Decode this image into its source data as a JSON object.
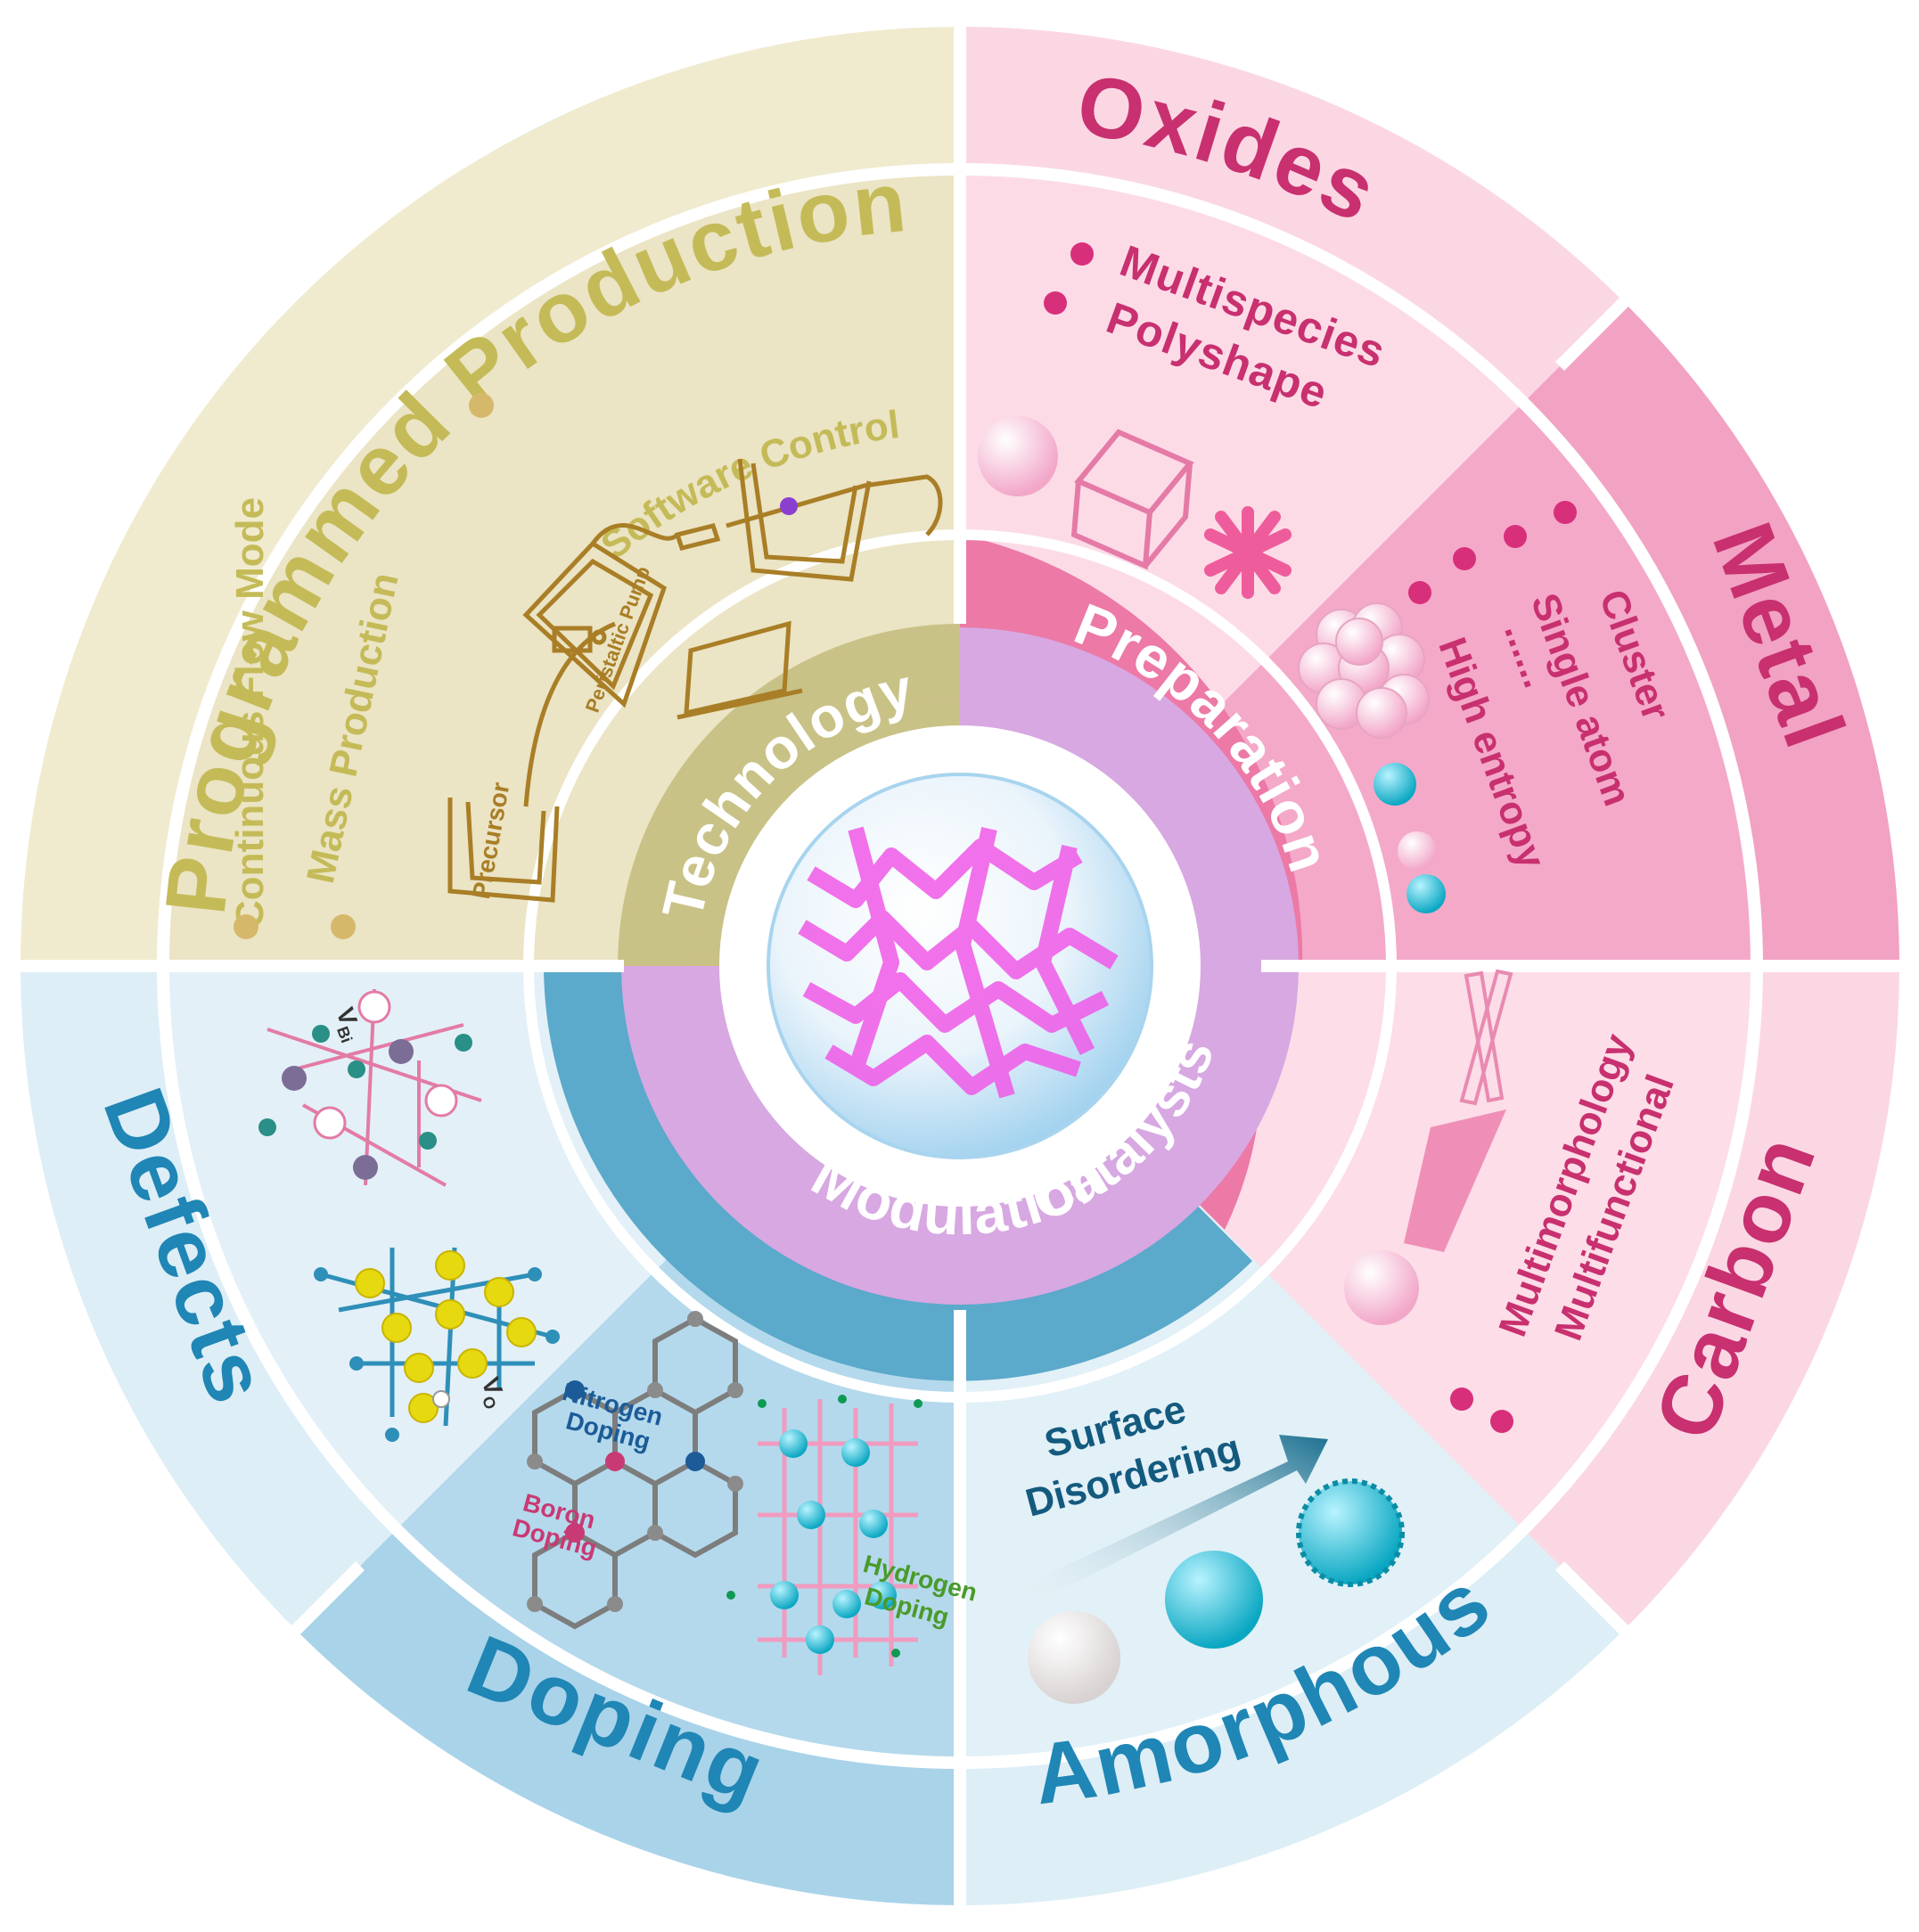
{
  "center": {
    "label": "Catalysts"
  },
  "inner_ring": {
    "technology": "Technology",
    "preparation": "Preparation",
    "modulation": "Modulation"
  },
  "outer": {
    "programmed_production": "Programmed  Production",
    "oxides": "Oxides",
    "metal": "Metal",
    "carbon": "Carbon",
    "amorphous": "Amorphous",
    "doping": "Doping",
    "defects": "Defects"
  },
  "technology_details": {
    "software_control": "Software Control",
    "continuous_flow": "Continuous Flow Mode",
    "mass_production": "Mass Production",
    "precursor": "Precursor",
    "peristaltic_pump": "Peristaltic Pump"
  },
  "oxides_details": {
    "multispecies": "Multispecies",
    "polyshape": "Polyshape"
  },
  "metal_details": {
    "cluster": "Cluster",
    "single_atom": "Single atom",
    "high_entropy": "High entropy",
    "ellipsis": "......"
  },
  "carbon_details": {
    "multimorphology": "Multimorphology",
    "multifunctional": "Multifunctional"
  },
  "amorphous_details": {
    "surface": "Surface",
    "disordering": "Disordering"
  },
  "doping_details": {
    "nitrogen": "Nitrogen",
    "nitrogen_doping": "Doping",
    "boron": "Boron",
    "boron_doping": "Doping",
    "hydrogen": "Hydrogen",
    "hydrogen_doping": "Doping"
  },
  "defects_details": {
    "v_bi": "V",
    "v_bi_sub": "Bi",
    "v_o": "V",
    "v_o_sub": "O"
  },
  "colors": {
    "tech_light": "#f0ebcf",
    "tech_mid": "#ebe4c5",
    "tech_dark": "#c9c286",
    "tech_text": "#c4bb58",
    "prep_light": "#fbd7e4",
    "prep_mid": "#f7b9d1",
    "prep_dark": "#ec79a6",
    "prep_text": "#c8306f",
    "mod_light": "#ddeef6",
    "mod_mid": "#bcdded",
    "mod_dark": "#5ba9cb",
    "mod_text": "#1f86b5",
    "core_ring": "#d7a8e2"
  }
}
